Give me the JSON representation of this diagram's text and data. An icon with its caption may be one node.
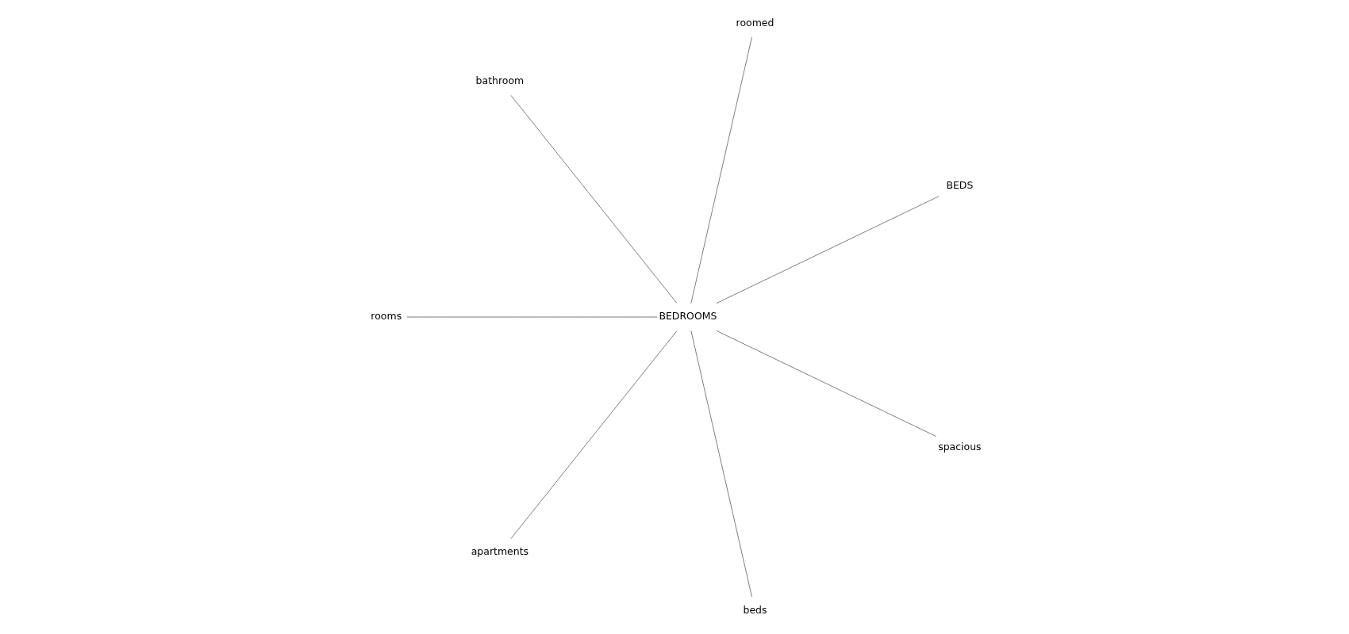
{
  "diagram": {
    "nodes": [
      {
        "text": [
          "bathroom"
        ]
      },
      {
        "text": [
          "roomed"
        ]
      },
      {
        "text": [
          "rooms"
        ]
      },
      {
        "text": [
          "BEDS"
        ]
      },
      {
        "text": [
          "BEDROOMS"
        ]
      },
      {
        "text": [
          "apartments"
        ]
      },
      {
        "text": [
          "spacious"
        ]
      },
      {
        "text": [
          "beds"
        ]
      }
    ],
    "edges": [
      {
        "from": 4,
        "to": 0,
        "arrow": "none"
      },
      {
        "from": 4,
        "to": 1,
        "arrow": "none"
      },
      {
        "from": 4,
        "to": 3,
        "arrow": "none"
      },
      {
        "from": 4,
        "to": 6,
        "arrow": "none"
      },
      {
        "from": 4,
        "to": 7,
        "arrow": "none"
      },
      {
        "from": 4,
        "to": 5,
        "arrow": "none"
      },
      {
        "from": 4,
        "to": 2,
        "arrow": "none"
      }
    ]
  }
}
